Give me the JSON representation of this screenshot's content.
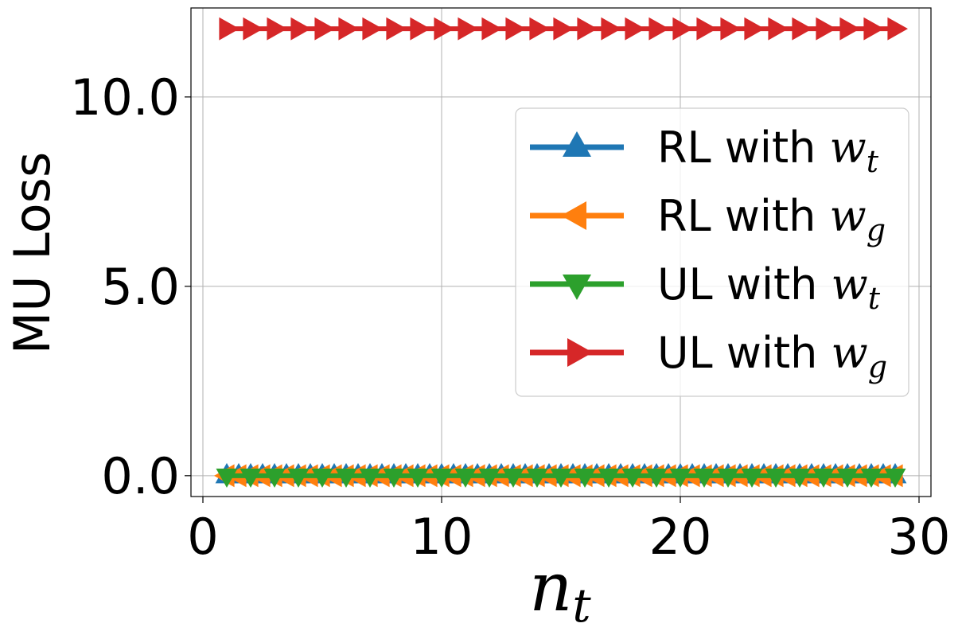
{
  "chart_data": {
    "type": "line",
    "xlabel": "n",
    "xlabel_sub": "t",
    "ylabel": "MU Loss",
    "xlim": [
      -0.5,
      30.5
    ],
    "ylim": [
      -0.55,
      12.35
    ],
    "x_ticks": [
      0,
      10,
      20,
      30
    ],
    "x_tick_labels": [
      "0",
      "10",
      "20",
      "30"
    ],
    "y_ticks": [
      0,
      5,
      10
    ],
    "y_tick_labels": [
      "0.0",
      "5.0",
      "10.0"
    ],
    "grid": true,
    "legend_position": "center-right",
    "x": [
      1,
      2,
      3,
      4,
      5,
      6,
      7,
      8,
      9,
      10,
      11,
      12,
      13,
      14,
      15,
      16,
      17,
      18,
      19,
      20,
      21,
      22,
      23,
      24,
      25,
      26,
      27,
      28,
      29
    ],
    "series": [
      {
        "name_prefix": "RL with ",
        "name_symbol": "w",
        "name_sub": "t",
        "color": "#1f77b4",
        "marker": "triangle-up",
        "values": [
          0,
          0,
          0,
          0,
          0,
          0,
          0,
          0,
          0,
          0,
          0,
          0,
          0,
          0,
          0,
          0,
          0,
          0,
          0,
          0,
          0,
          0,
          0,
          0,
          0,
          0,
          0,
          0,
          0
        ]
      },
      {
        "name_prefix": "RL with ",
        "name_symbol": "w",
        "name_sub": "g",
        "color": "#ff7f0e",
        "marker": "triangle-left",
        "values": [
          0,
          0,
          0,
          0,
          0,
          0,
          0,
          0,
          0,
          0,
          0,
          0,
          0,
          0,
          0,
          0,
          0,
          0,
          0,
          0,
          0,
          0,
          0,
          0,
          0,
          0,
          0,
          0,
          0
        ]
      },
      {
        "name_prefix": "UL with ",
        "name_symbol": "w",
        "name_sub": "t",
        "color": "#2ca02c",
        "marker": "triangle-down",
        "values": [
          0,
          0,
          0,
          0,
          0,
          0,
          0,
          0,
          0,
          0,
          0,
          0,
          0,
          0,
          0,
          0,
          0,
          0,
          0,
          0,
          0,
          0,
          0,
          0,
          0,
          0,
          0,
          0,
          0
        ]
      },
      {
        "name_prefix": "UL with ",
        "name_symbol": "w",
        "name_sub": "g",
        "color": "#d62728",
        "marker": "triangle-right",
        "values": [
          11.8,
          11.8,
          11.8,
          11.8,
          11.8,
          11.8,
          11.8,
          11.8,
          11.8,
          11.8,
          11.8,
          11.8,
          11.8,
          11.8,
          11.8,
          11.8,
          11.8,
          11.8,
          11.8,
          11.8,
          11.8,
          11.8,
          11.8,
          11.8,
          11.8,
          11.8,
          11.8,
          11.8,
          11.8
        ]
      }
    ]
  }
}
